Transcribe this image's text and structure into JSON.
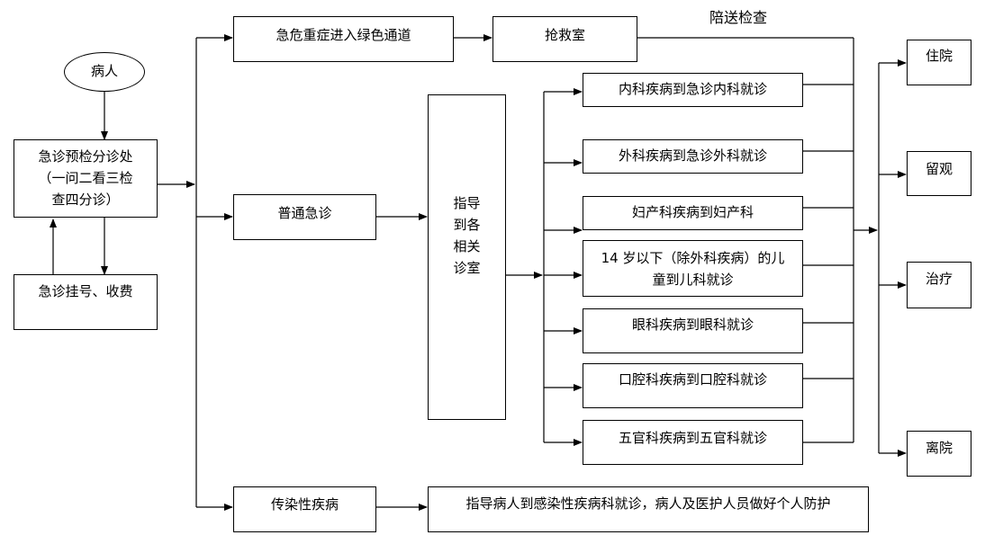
{
  "escort_label": "陪送检查",
  "patient": "病人",
  "triage": [
    "急诊预检分诊处",
    "（一问二看三检",
    "查四分诊）"
  ],
  "registration": "急诊挂号、收费",
  "critical": "急危重症进入绿色通道",
  "rescue": "抢救室",
  "general": "普通急诊",
  "guide": [
    "指导",
    "到各",
    "相关",
    "诊室"
  ],
  "departments": [
    [
      "内科疾病到急诊内科就诊"
    ],
    [
      "外科疾病到急诊外科就诊"
    ],
    [
      "妇产科疾病到妇产科"
    ],
    [
      "14 岁以下（除外科疾病）的儿",
      "童到儿科就诊"
    ],
    [
      "眼科疾病到眼科就诊"
    ],
    [
      "口腔科疾病到口腔科就诊"
    ],
    [
      "五官科疾病到五官科就诊"
    ]
  ],
  "infectious": "传染性疾病",
  "infectious_guide": "指导病人到感染性疾病科就诊，病人及医护人员做好个人防护",
  "outcomes": [
    "住院",
    "留观",
    "治疗",
    "离院"
  ]
}
